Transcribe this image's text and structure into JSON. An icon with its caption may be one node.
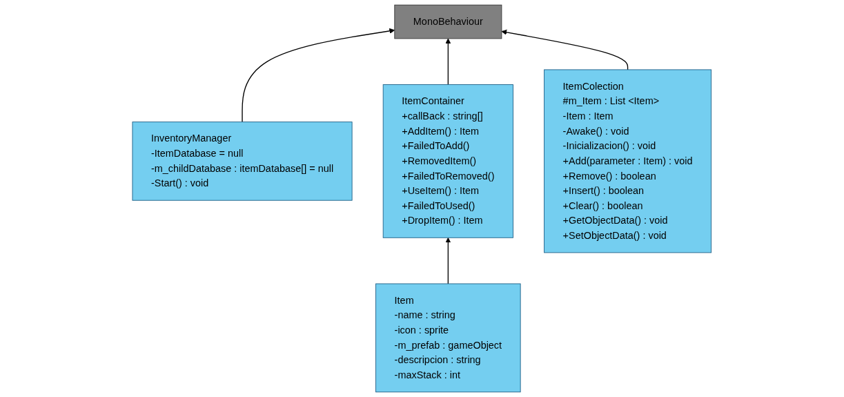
{
  "diagram": {
    "nodes": [
      {
        "text": [
          "InventoryManager",
          "-ItemDatabase = null",
          "-m_childDatabase : itemDatabase[] = null",
          "-Start() : void"
        ]
      },
      {
        "text": [
          "MonoBehaviour"
        ]
      },
      {
        "text": [
          "ItemContainer",
          "+callBack : string[]",
          "+AddItem() : Item",
          "+FailedToAdd()",
          "+RemovedItem()",
          "+FailedToRemoved()",
          "+UseItem() : Item",
          "+FailedToUsed()",
          "+DropItem() : Item"
        ]
      },
      {
        "text": [
          "ItemColection",
          "#m_Item : List <Item>",
          "-Item : Item",
          "-Awake() : void",
          "-Inicializacion() : void",
          "+Add(parameter : Item) : void",
          "+Remove() : boolean",
          "+Insert() : boolean",
          "+Clear() : boolean",
          "+GetObjectData() : void",
          "+SetObjectData() : void"
        ]
      },
      {
        "text": [
          "Item",
          "-name : string",
          "-icon : sprite",
          "-m_prefab : gameObject",
          "-descripcion : string",
          "-maxStack : int"
        ]
      }
    ],
    "edges": [
      {
        "from": 0,
        "to": 1,
        "arrow": "to"
      },
      {
        "from": 2,
        "to": 1,
        "arrow": "to"
      },
      {
        "from": 3,
        "to": 1,
        "arrow": "to"
      },
      {
        "from": 4,
        "to": 2,
        "arrow": "to"
      }
    ]
  }
}
